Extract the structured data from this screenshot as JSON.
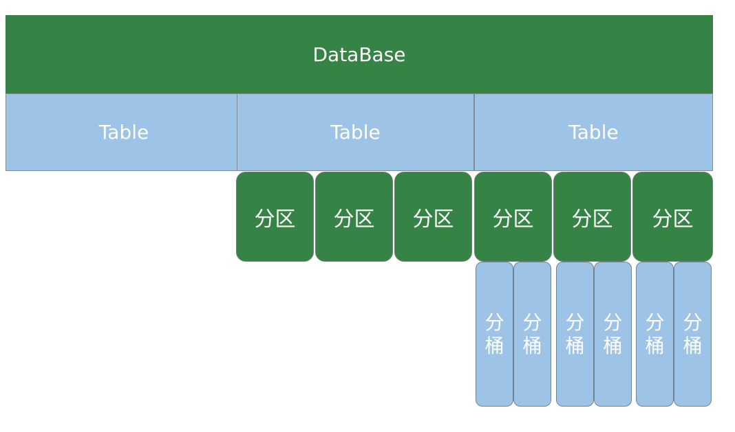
{
  "database": {
    "label": "DataBase"
  },
  "tables": [
    {
      "label": "Table"
    },
    {
      "label": "Table"
    },
    {
      "label": "Table"
    }
  ],
  "partitions": [
    {
      "label": "分区"
    },
    {
      "label": "分区"
    },
    {
      "label": "分区"
    },
    {
      "label": "分区"
    },
    {
      "label": "分区"
    },
    {
      "label": "分区"
    }
  ],
  "buckets": [
    {
      "label": "分桶"
    },
    {
      "label": "分桶"
    },
    {
      "label": "分桶"
    },
    {
      "label": "分桶"
    },
    {
      "label": "分桶"
    },
    {
      "label": "分桶"
    }
  ],
  "colors": {
    "database": "#358446",
    "table": "#9dc3e6",
    "partition": "#358446",
    "bucket": "#9dc3e6"
  }
}
